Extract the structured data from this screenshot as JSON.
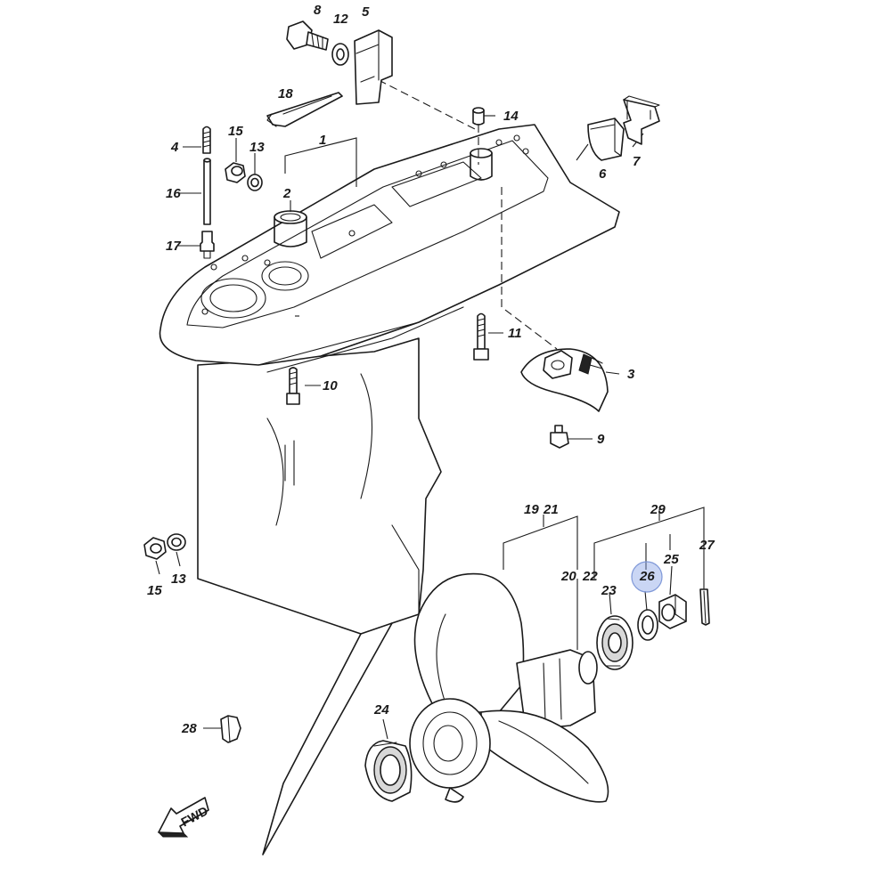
{
  "diagram": {
    "callouts": {
      "c1": "1",
      "c2": "2",
      "c3": "3",
      "c4": "4",
      "c5": "5",
      "c6": "6",
      "c7": "7",
      "c8": "8",
      "c9": "9",
      "c10": "10",
      "c11": "11",
      "c12": "12",
      "c13a": "13",
      "c13b": "13",
      "c14": "14",
      "c15a": "15",
      "c15b": "15",
      "c16": "16",
      "c17": "17",
      "c18": "18",
      "c19": "19",
      "c20": "20",
      "c21": "21",
      "c22": "22",
      "c23": "23",
      "c24": "24",
      "c25": "25",
      "c26": "26",
      "c27": "27",
      "c28": "28",
      "c29": "29"
    },
    "highlighted_part": "26",
    "highlight_color": "#8aa4e6",
    "direction_arrow": "FWD"
  }
}
